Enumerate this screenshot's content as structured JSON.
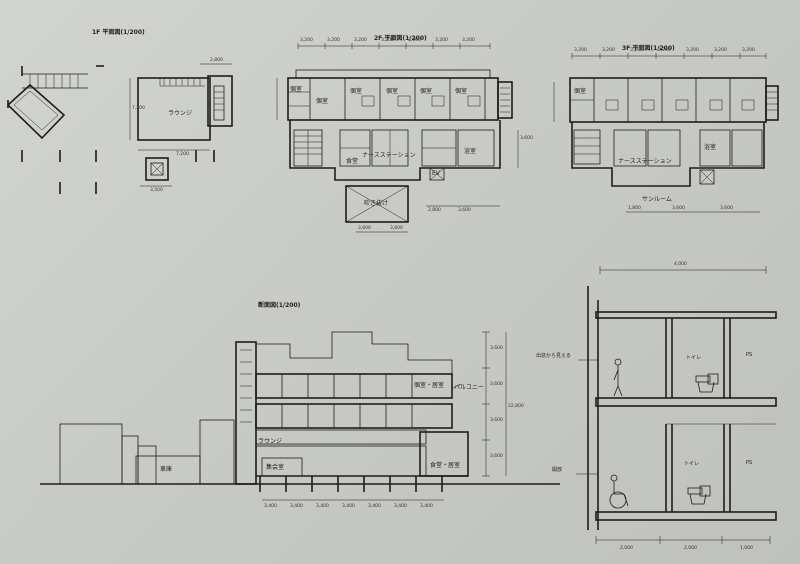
{
  "sheet": {
    "title_1f": "1F 平面図(1/200)",
    "title_2f": "2F 平面図(1/200)",
    "title_3f": "3F 平面図(1/200)",
    "title_section": "断面図(1/200)"
  },
  "plan_1f": {
    "room_lounge": "ラウンジ",
    "dim_top": "2,800",
    "dim_side": "7,200",
    "dim_bottom": "7,200",
    "dim_core": "3,500"
  },
  "plan_2f": {
    "room_1": "個室",
    "room_2": "個室",
    "room_3": "個室",
    "room_4": "個室",
    "room_5": "個室",
    "room_6": "個室",
    "nurse": "ナースステーション",
    "dining": "食堂",
    "bath": "浴室",
    "ev": "EV",
    "entrance": "吹き抜け",
    "dims_top": [
      "3,200",
      "3,200",
      "3,200",
      "3,200",
      "3,200",
      "3,200",
      "3,200"
    ],
    "dims_bottom": [
      "3,600",
      "3,600"
    ],
    "dims_right": [
      "3,600",
      "2,800",
      "3,600"
    ]
  },
  "plan_3f": {
    "room_1": "個室",
    "nurse": "ナースステーション",
    "bath": "浴室",
    "sunroom": "サンルーム",
    "dims_top": [
      "3,200",
      "3,200",
      "3,200",
      "3,200",
      "3,200",
      "3,200",
      "3,200"
    ],
    "dims_bottom": [
      "1,800",
      "3,600",
      "3,600"
    ]
  },
  "section": {
    "lounge": "ラウンジ",
    "balcony": "バルコニー",
    "room_label": "個室・居室",
    "dining": "食堂・居室",
    "hall": "集会室",
    "garage": "車庫",
    "dims_right": [
      "3,600",
      "3,600",
      "3,600",
      "3,600"
    ],
    "dim_total": "22,800",
    "dims_bottom": [
      "3,400",
      "3,400",
      "3,400",
      "3,400",
      "3,400",
      "3,400",
      "3,400"
    ]
  },
  "detail": {
    "dim_top": "4,000",
    "note_1": "出窓から見える",
    "note_2": "開放",
    "toilet_1": "トイレ",
    "toilet_2": "トイレ",
    "ps_1": "PS",
    "ps_2": "PS",
    "dims_bottom": [
      "2,000",
      "2,000",
      "1,000"
    ]
  }
}
